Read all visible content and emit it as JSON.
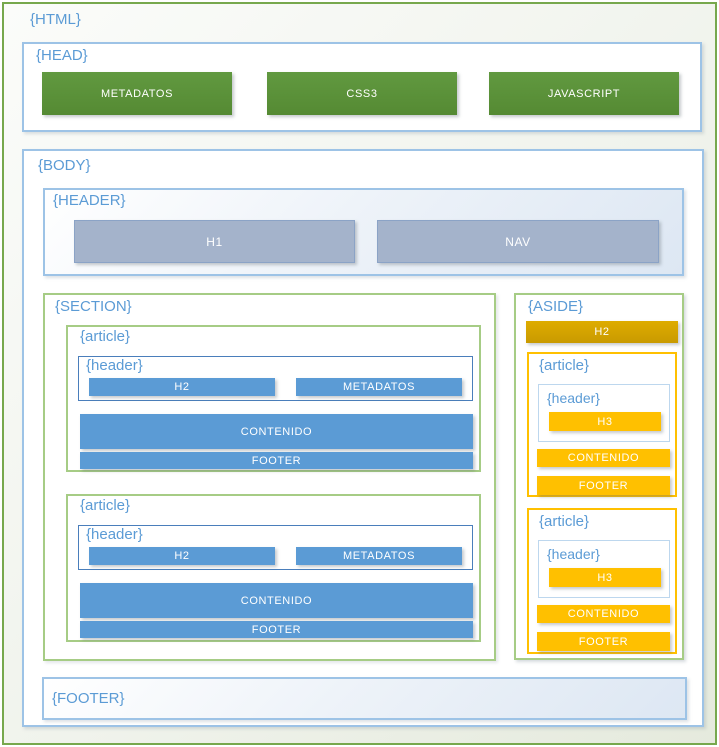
{
  "colors": {
    "label_blue": "#5B9BD5",
    "green_fill": "#5B9139",
    "blue_fill": "#5B9BD5",
    "grayblue_fill": "#A4B3CB",
    "gold_fill": "#FFC000",
    "dark_gold_fill": "#D4A300",
    "green_border": "#77A84D",
    "blue_border": "#9DC3E6"
  },
  "html": {
    "label": "{HTML}"
  },
  "head": {
    "label": "{HEAD}",
    "items": [
      {
        "label": "METADATOS"
      },
      {
        "label": "CSS3"
      },
      {
        "label": "JAVASCRIPT"
      }
    ]
  },
  "body": {
    "label": "{BODY}",
    "header": {
      "label": "{HEADER}",
      "h1": "H1",
      "nav": "NAV"
    },
    "section": {
      "label": "{SECTION}",
      "articles": [
        {
          "label": "{article}",
          "header": {
            "label": "{header}",
            "h2": "H2",
            "metadata": "METADATOS"
          },
          "content": "CONTENIDO",
          "footer": "FOOTER"
        },
        {
          "label": "{article}",
          "header": {
            "label": "{header}",
            "h2": "H2",
            "metadata": "METADATOS"
          },
          "content": "CONTENIDO",
          "footer": "FOOTER"
        }
      ]
    },
    "aside": {
      "label": "{ASIDE}",
      "h2": "H2",
      "articles": [
        {
          "label": "{article}",
          "header": {
            "label": "{header}",
            "h3": "H3"
          },
          "content": "CONTENIDO",
          "footer": "FOOTER"
        },
        {
          "label": "{article}",
          "header": {
            "label": "{header}",
            "h3": "H3"
          },
          "content": "CONTENIDO",
          "footer": "FOOTER"
        }
      ]
    },
    "footer": {
      "label": "{FOOTER}"
    }
  }
}
